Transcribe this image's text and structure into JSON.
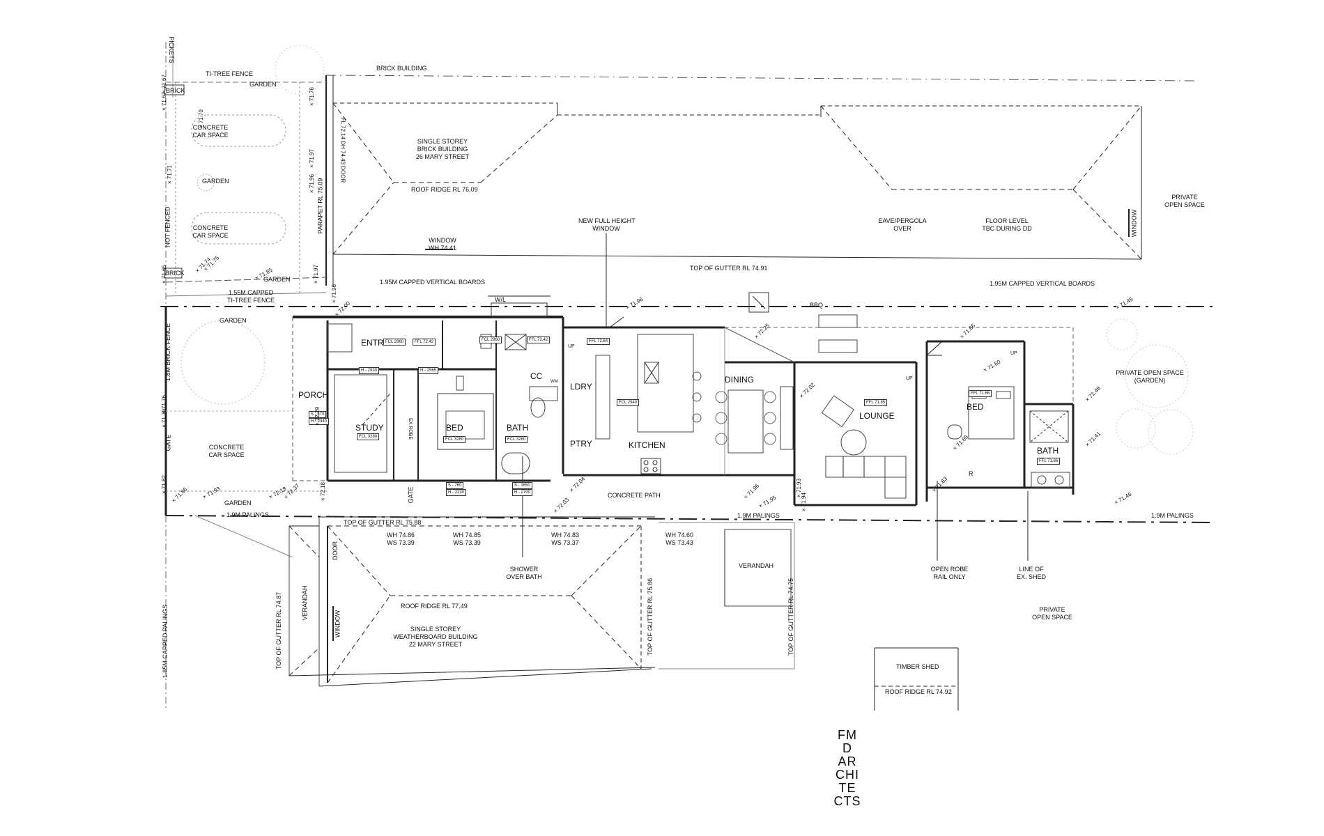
{
  "firm": {
    "lines": [
      "FM",
      "D",
      "AR",
      "CHI",
      "TE",
      "CTS"
    ]
  },
  "rooms": {
    "entry": "ENTRY",
    "porch": "PORCH",
    "study": "STUDY",
    "bed1": "BED",
    "bath1": "BATH",
    "ldry": "LDRY",
    "ptry": "PTRY",
    "kitchen": "KITCHEN",
    "dining": "DINING",
    "lounge": "LOUNGE",
    "bed2": "BED",
    "bath2": "BATH",
    "cc": "CC",
    "wm": "WM",
    "r": "R"
  },
  "tags": {
    "entry_fcl": "FCL 2960",
    "entry_ffl": "FFL 72.42",
    "study_fcl": "FCL 3280",
    "bed_fcl": "FCL 3280",
    "bath_fcl": "FCL 3280",
    "hall_fcl": "FCL 2960",
    "hall_ffl": "FFL 72.42",
    "ldry_ffl": "FFL 72.64",
    "kitchen_fcl": "FCL 2940",
    "lounge_ffl": "FFL 71.85",
    "bed2_ffl": "FFL 71.66",
    "bath2_ffl": "FFL 71.66",
    "h2930": "H - 2930",
    "h2565": "H - 2565",
    "porch_s": "S - 570",
    "porch_h": "H - 2340",
    "s760": "S - 760",
    "h2230": "H - 2230",
    "s1650": "S - 1650",
    "h2700": "H - 2700"
  },
  "notes": {
    "brick_building": "BRICK BUILDING",
    "neighbour_north": [
      "SINGLE STOREY",
      "BRICK BUILDING",
      "26 MARY STREET"
    ],
    "roof_ridge_north": "ROOF RIDGE RL 76.09",
    "window_north": [
      "WINDOW",
      "WH 74.41"
    ],
    "top_gutter_north": "TOP OF GUTTER RL 74.91",
    "private_os_ne": [
      "PRIVATE",
      "OPEN SPACE"
    ],
    "private_os_garden": [
      "PRIVATE OPEN SPACE",
      "(GARDEN)"
    ],
    "private_os_se": [
      "PRIVATE",
      "OPEN SPACE"
    ],
    "window_east": "WINDOW",
    "capped_boards_w": "1.95m CAPPED VERTICAL BOARDS",
    "capped_boards_e": "1.95m CAPPED VERTICAL BOARDS",
    "new_window": [
      "NEW FULL HEIGHT",
      "WINDOW"
    ],
    "eave_pergola": [
      "EAVE/PERGOLA",
      "OVER"
    ],
    "floor_level": [
      "FLOOR LEVEL",
      "TBC DURING DD"
    ],
    "ti_tree_fence_top": "TI-TREE FENCE",
    "garden_top": "GARDEN",
    "concrete_car_1": [
      "CONCRETE",
      "CAR SPACE"
    ],
    "garden_mid": "GARDEN",
    "concrete_car_2": [
      "CONCRETE",
      "CAR SPACE"
    ],
    "not_fenced": "NOT FENCED",
    "brick1": "BRICK",
    "brick2": "BRICK",
    "pickets": "PICKETS",
    "garden_row": "GARDEN",
    "capped_ti_tree": [
      "1.55m CAPPED",
      "TI-TREE FENCE"
    ],
    "garden_front": "GARDEN",
    "brick_fence": "1.8m BRICK FENCE",
    "gate_left": "GATE",
    "concrete_car_3": [
      "CONCRETE",
      "CAR SPACE"
    ],
    "garden_bottom": "GARDEN",
    "palings_left": "1.9m PALINGS",
    "palings_mid": "1.9m PALINGS",
    "palings_right": "1.9m PALINGS",
    "concrete_path": "CONCRETE PATH",
    "gate_side": "GATE",
    "ex_robe": "EX ROBE",
    "parapet": "PARAPET RL 75.09",
    "door_note": "FL 72.14 DH 74.43 DOOR",
    "top_gutter_south": "TOP OF GUTTER RL 75.88",
    "wh1": [
      "WH 74.86",
      "WS 73.39"
    ],
    "wh2": [
      "WH 74.85",
      "WS 73.39"
    ],
    "wh3": [
      "WH 74.83",
      "WS 73.37"
    ],
    "wh4": [
      "WH 74.60",
      "WS 73.43"
    ],
    "shower_over_bath": [
      "SHOWER",
      "OVER BATH"
    ],
    "open_robe": [
      "OPEN ROBE",
      "RAIL ONLY"
    ],
    "line_ex_shed": [
      "LINE OF",
      "EX. SHED"
    ],
    "verandah_south": "VERANDAH",
    "verandah_west": "VERANDAH",
    "door_south": "DOOR",
    "window_south": "WINDOW",
    "roof_ridge_south": "ROOF RIDGE RL 77.49",
    "neighbour_south": [
      "SINGLE STOREY",
      "WEATHERBOARD BUILDING",
      "22 MARY STREET"
    ],
    "top_gutter_sw": "TOP OF GUTTER RL 74.87",
    "top_gutter_s2": "TOP OF GUTTER RL 75.86",
    "top_gutter_s3": "TOP OF GUTTER RL 74.75",
    "timber_shed": "TIMBER SHED",
    "shed_ridge": "ROOF RIDGE RL 74.92",
    "capped_palings": "1.85m CAPPED PALINGS",
    "bbq": "BBQ",
    "wil": "W/L",
    "up1": "UP",
    "up2": "UP",
    "up3": "UP"
  },
  "levels": [
    "71.67",
    "71.67",
    "71.70",
    "71.76",
    "71.71",
    "71.97",
    "71.96",
    "71.74",
    "71.75",
    "71.65",
    "71.85",
    "71.97",
    "71.96",
    "72.00",
    "71.96",
    "71.76",
    "71.79",
    "72.29",
    "71.82",
    "71.86",
    "71.93",
    "72.18",
    "72.37",
    "72.18",
    "72.03",
    "72.04",
    "71.96",
    "71.95",
    "71.93",
    "71.94",
    "72.25",
    "72.02",
    "71.66",
    "71.60",
    "71.48",
    "71.41",
    "71.45",
    "71.46",
    "71.65",
    "71.63"
  ]
}
